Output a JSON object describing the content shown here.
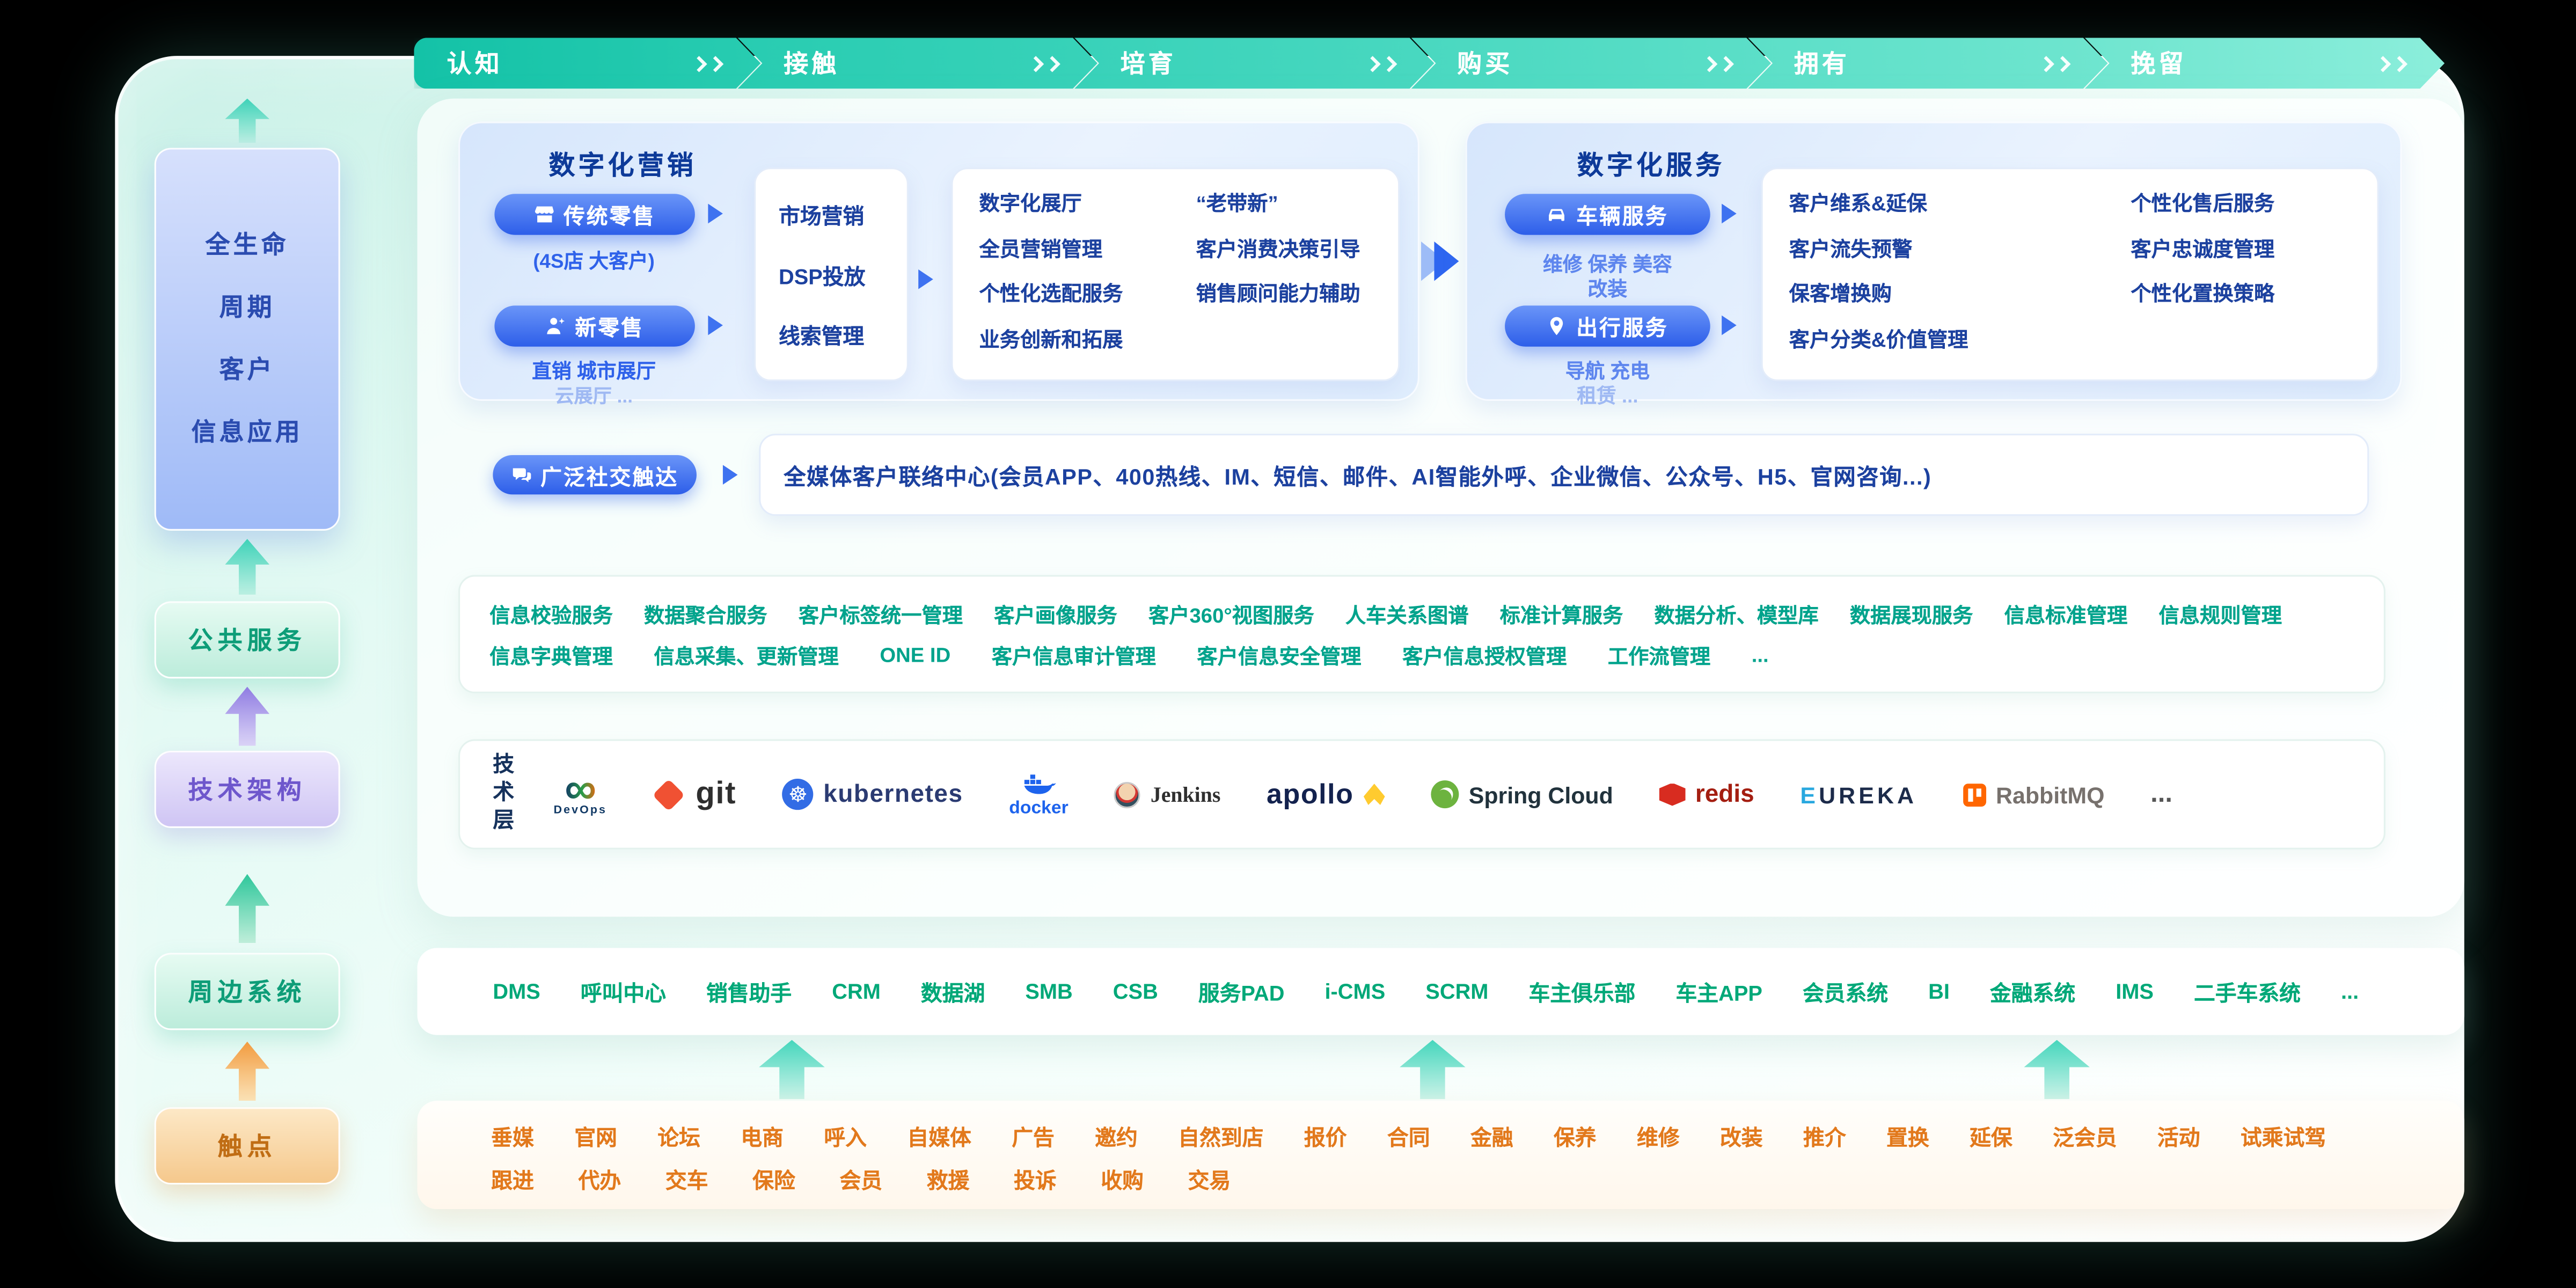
{
  "colors": {
    "teal": "#2fd0ba",
    "blue": "#2f62ea",
    "navy": "#0d3a99",
    "green": "#00a878",
    "orange": "#e2791c",
    "purple": "#6e57cc"
  },
  "lifecycle_bar": {
    "stages": [
      "认知",
      "接触",
      "培育",
      "购买",
      "拥有",
      "挽留"
    ]
  },
  "sidebar": {
    "lifecycle_app": "全生命\n周期\n客户\n信息应用",
    "public_services": "公共服务",
    "tech_architecture": "技术架构",
    "peripheral_systems": "周边系统",
    "touchpoints": "触点"
  },
  "marketing": {
    "title": "数字化营销",
    "traditional_retail": {
      "label": "传统零售",
      "sub": "(4S店 大客户)"
    },
    "new_retail": {
      "label": "新零售",
      "sub_row1": "直销 城市展厅",
      "sub_row2": "云展厅  ..."
    },
    "funnel": [
      "市场营销",
      "DSP投放",
      "线索管理"
    ],
    "capabilities_col1": [
      "数字化展厅",
      "全员营销管理",
      "个性化选配服务",
      "业务创新和拓展"
    ],
    "capabilities_col2": [
      "“老带新”",
      "客户消费决策引导",
      "销售顾问能力辅助"
    ]
  },
  "services": {
    "title": "数字化服务",
    "vehicle_service": {
      "label": "车辆服务",
      "sub_row1": "维修 保养 美容",
      "sub_row2": "改装"
    },
    "travel_service": {
      "label": "出行服务",
      "sub_row1": "导航  充电",
      "sub_row2": "租赁  ..."
    },
    "capabilities_col1": [
      "客户维系&延保",
      "客户流失预警",
      "保客增换购",
      "客户分类&价值管理"
    ],
    "capabilities_col2": [
      "个性化售后服务",
      "客户忠诚度管理",
      "个性化置换策略"
    ]
  },
  "social_reach": {
    "label": "广泛社交触达",
    "content": "全媒体客户联络中心(会员APP、400热线、IM、短信、邮件、AI智能外呼、企业微信、公众号、H5、官网咨询...)"
  },
  "public_services_band": {
    "row1": [
      "信息校验服务",
      "数据聚合服务",
      "客户标签统一管理",
      "客户画像服务",
      "客户360°视图服务",
      "人车关系图谱",
      "标准计算服务",
      "数据分析、模型库",
      "数据展现服务",
      "信息标准管理",
      "信息规则管理"
    ],
    "row2": [
      "信息字典管理",
      "信息采集、更新管理",
      "ONE ID",
      "客户信息审计管理",
      "客户信息安全管理",
      "客户信息授权管理",
      "工作流管理",
      "..."
    ]
  },
  "tech_layer": {
    "label": "技术层",
    "logos": [
      "DevOps",
      "git",
      "kubernetes",
      "docker",
      "Jenkins",
      "apollo",
      "Spring Cloud",
      "redis",
      "EUREKA",
      "RabbitMQ",
      "..."
    ]
  },
  "peripheral_systems_row": [
    "DMS",
    "呼叫中心",
    "销售助手",
    "CRM",
    "数据湖",
    "SMB",
    "CSB",
    "服务PAD",
    "i-CMS",
    "SCRM",
    "车主俱乐部",
    "车主APP",
    "会员系统",
    "BI",
    "金融系统",
    "IMS",
    "二手车系统",
    "..."
  ],
  "touchpoints_row": {
    "row1": [
      "垂媒",
      "官网",
      "论坛",
      "电商",
      "呼入",
      "自媒体",
      "广告",
      "邀约",
      "自然到店",
      "报价",
      "合同",
      "金融",
      "保养",
      "维修",
      "改装",
      "推介",
      "置换",
      "延保",
      "泛会员",
      "活动",
      "试乘试驾"
    ],
    "row2": [
      "跟进",
      "代办",
      "交车",
      "保险",
      "会员",
      "救援",
      "投诉",
      "收购",
      "交易"
    ]
  }
}
